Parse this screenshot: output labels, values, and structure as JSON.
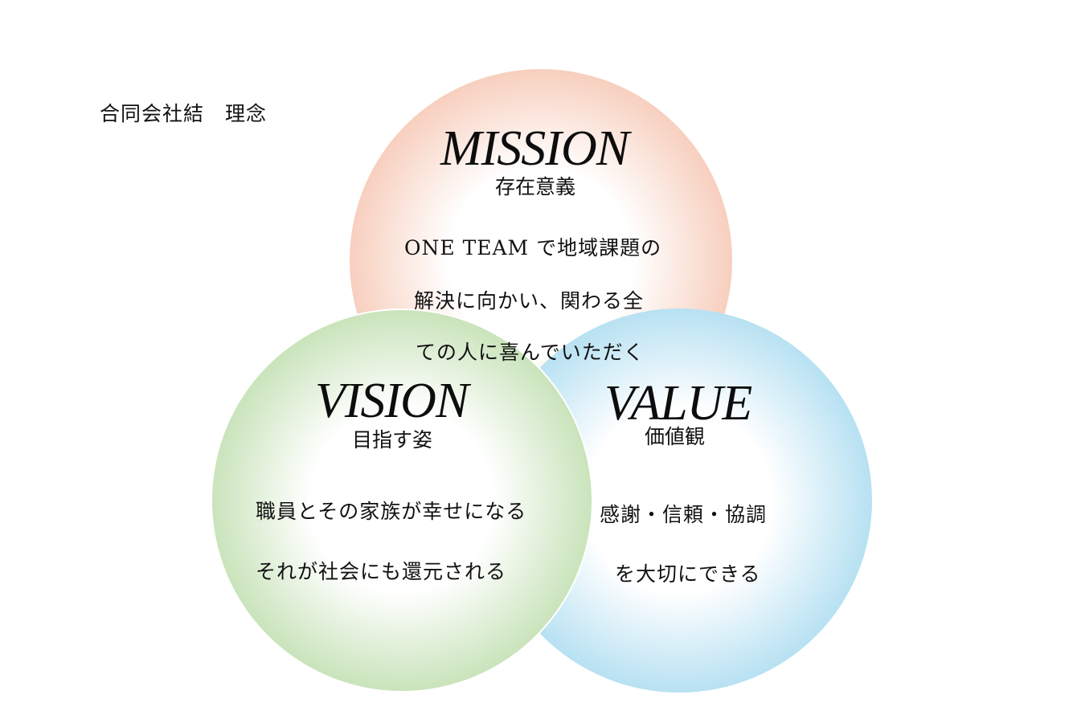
{
  "page": {
    "title": "合同会社結　理念"
  },
  "colors": {
    "mission": "#f1a98a",
    "vision": "#9fce85",
    "value": "#7ec9e8"
  },
  "mission": {
    "heading": "MISSION",
    "subheading": "存在意義",
    "lines": [
      "ONE TEAM で地域課題の",
      "解決に向かい、関わる全",
      "ての人に喜んでいただく"
    ]
  },
  "vision": {
    "heading": "VISION",
    "subheading": "目指す姿",
    "lines": [
      "職員とその家族が幸せになる",
      "それが社会にも還元される"
    ]
  },
  "value": {
    "heading": "VALUE",
    "subheading": "価値観",
    "lines": [
      "感謝・信頼・協調",
      "を大切にできる"
    ]
  }
}
